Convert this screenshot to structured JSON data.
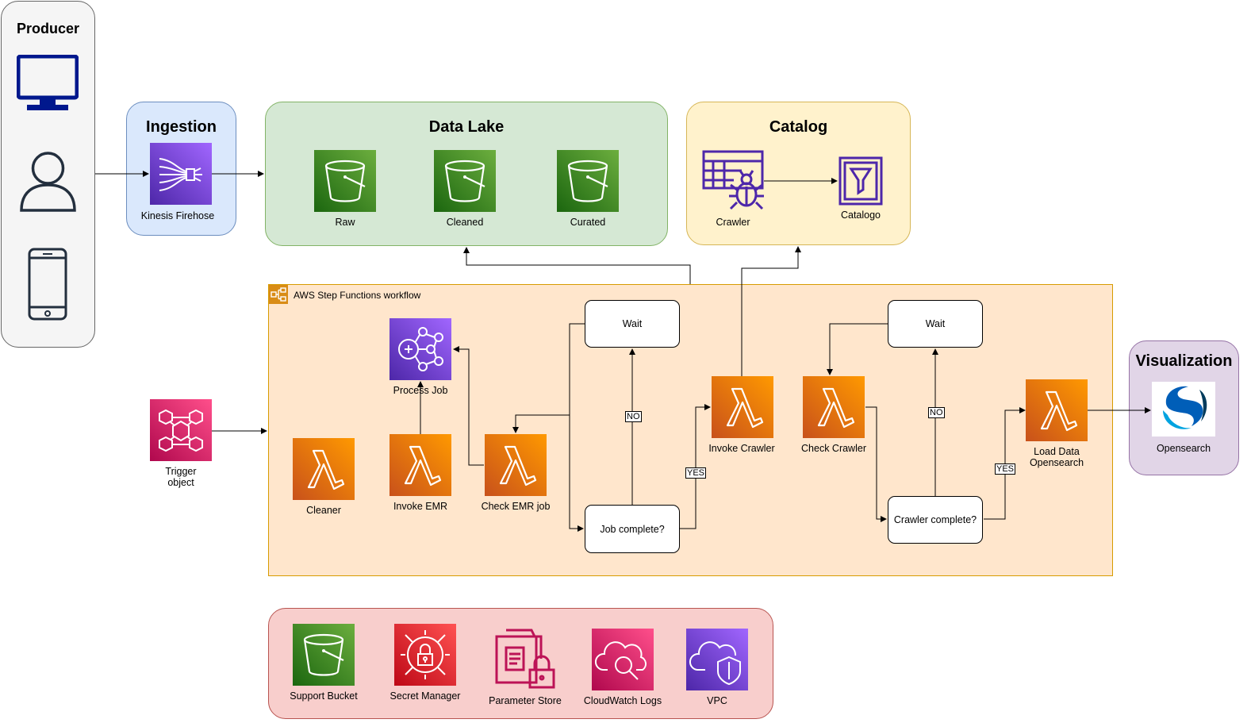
{
  "producer": {
    "title": "Producer"
  },
  "ingestion": {
    "title": "Ingestion",
    "firehose_label": "Kinesis Firehose"
  },
  "data_lake": {
    "title": "Data Lake",
    "buckets": [
      "Raw",
      "Cleaned",
      "Curated"
    ]
  },
  "catalog": {
    "title": "Catalog",
    "crawler_label": "Crawler",
    "catalogo_label": "Catalogo"
  },
  "workflow": {
    "title": "AWS Step Functions workflow",
    "process_job": "Process Job",
    "cleaner": "Cleaner",
    "invoke_emr": "Invoke EMR",
    "check_emr": "Check EMR job",
    "wait_1": "Wait",
    "job_complete": "Job complete?",
    "invoke_crawler": "Invoke Crawler",
    "check_crawler": "Check Crawler",
    "wait_2": "Wait",
    "crawler_complete": "Crawler complete?",
    "load_data": [
      "Load Data",
      "Opensearch"
    ],
    "no_label": "NO",
    "yes_label": "YES"
  },
  "trigger": {
    "label": [
      "Trigger",
      "object"
    ]
  },
  "visualization": {
    "title": "Visualization",
    "opensearch_label": "Opensearch"
  },
  "support": {
    "items": [
      "Support Bucket",
      "Secret Manager",
      "Parameter Store",
      "CloudWatch Logs",
      "VPC"
    ]
  },
  "colors": {
    "producer_bg": "#f5f5f5",
    "ingestion_bg": "#dae8fc",
    "datalake_bg": "#d5e8d4",
    "catalog_bg": "#fff2cc",
    "workflow_bg": "#ffe6cc",
    "visualization_bg": "#e1d5e7",
    "support_bg": "#f8cecc",
    "device_blue": "#00188d",
    "aws_purple": "#4d27aa"
  }
}
